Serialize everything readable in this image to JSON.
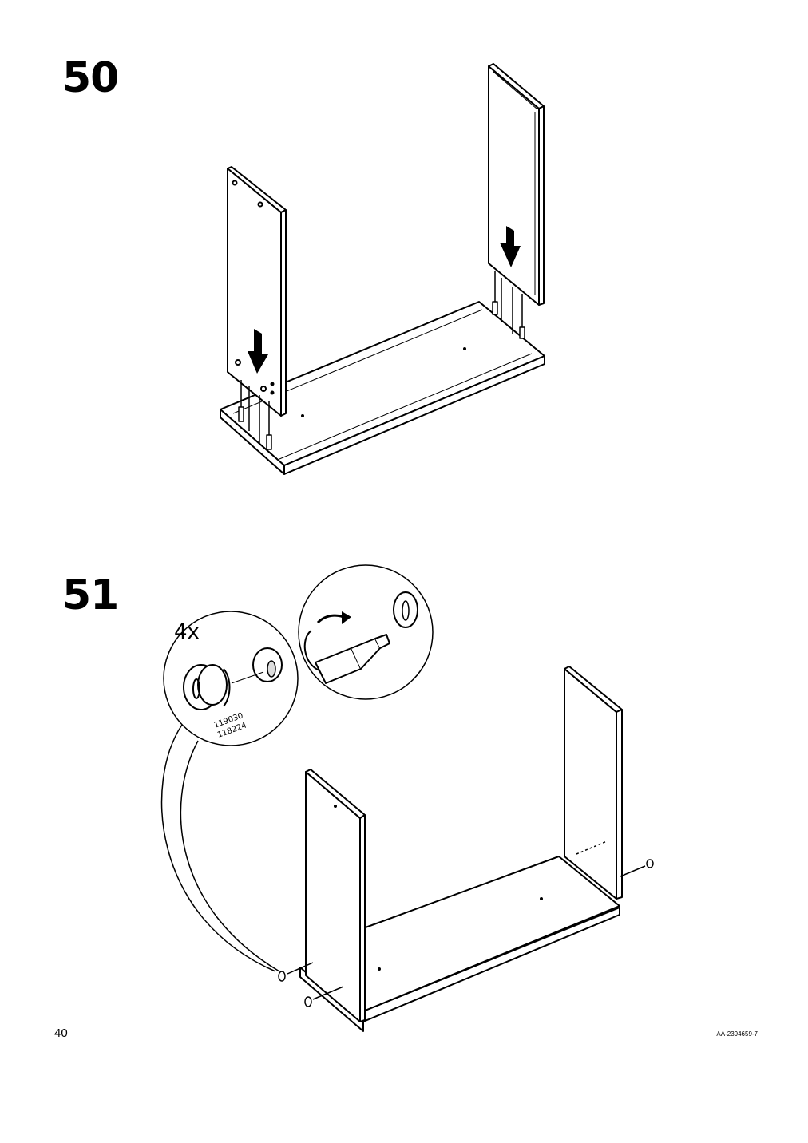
{
  "steps": [
    {
      "number": "50"
    },
    {
      "number": "51",
      "detail_quantity": "4x",
      "part_numbers": [
        "119030",
        "118224"
      ]
    }
  ],
  "footer": {
    "page_number": "40",
    "document_code": "AA-2394659-7"
  },
  "icons": [
    "down-arrow-icon",
    "rotate-arrow-icon",
    "screwdriver-icon",
    "cam-lock-icon",
    "dowel-icon"
  ]
}
